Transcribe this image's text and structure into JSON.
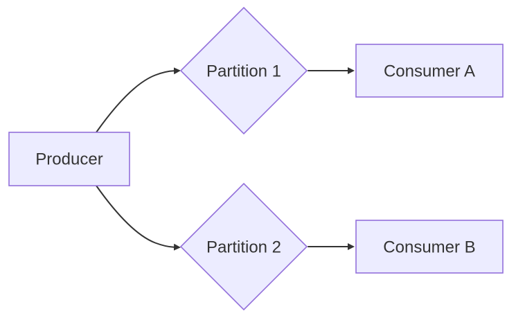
{
  "diagram": {
    "type": "flowchart",
    "direction": "left-to-right",
    "colors": {
      "background": "#ffffff",
      "node_fill": "#ECECFF",
      "node_border": "#9370DB",
      "edge": "#333333",
      "text": "#333333"
    },
    "nodes": [
      {
        "id": "producer",
        "label": "Producer",
        "shape": "rectangle"
      },
      {
        "id": "partition1",
        "label": "Partition 1",
        "shape": "diamond"
      },
      {
        "id": "partition2",
        "label": "Partition 2",
        "shape": "diamond"
      },
      {
        "id": "consumerA",
        "label": "Consumer A",
        "shape": "rectangle"
      },
      {
        "id": "consumerB",
        "label": "Consumer B",
        "shape": "rectangle"
      }
    ],
    "edges": [
      {
        "from": "Producer",
        "to": "Partition 1",
        "style": "curved-arrow"
      },
      {
        "from": "Producer",
        "to": "Partition 2",
        "style": "curved-arrow"
      },
      {
        "from": "Partition 1",
        "to": "Consumer A",
        "style": "straight-arrow"
      },
      {
        "from": "Partition 2",
        "to": "Consumer B",
        "style": "straight-arrow"
      }
    ]
  }
}
